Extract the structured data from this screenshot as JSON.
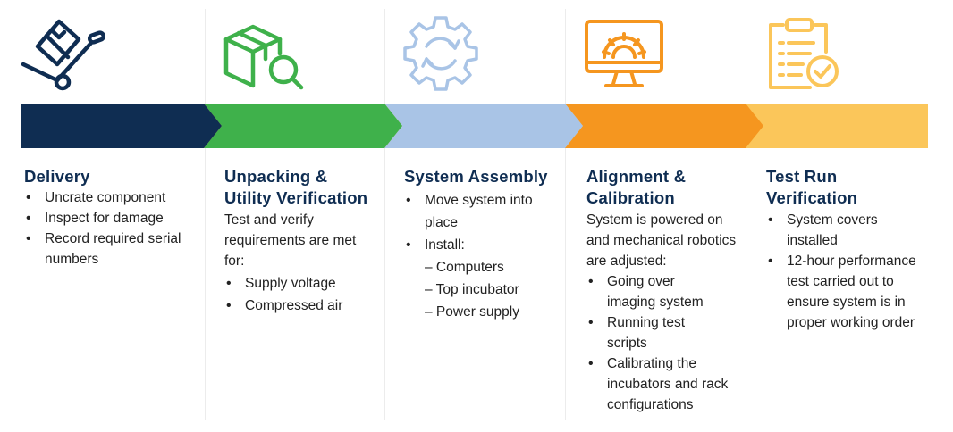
{
  "colors": {
    "navy": "#0f2d52",
    "green": "#3fb14b",
    "light_blue": "#a9c4e6",
    "orange": "#f5961f",
    "yellow": "#fbc65a",
    "title": "#0f2d52"
  },
  "steps": [
    {
      "id": "delivery",
      "icon": "hand-truck-package-icon",
      "title_lines": [
        "Delivery"
      ],
      "bullets": [
        "Uncrate component",
        "Inspect for damage",
        "Record required serial numbers"
      ]
    },
    {
      "id": "unpacking",
      "icon": "box-magnifier-icon",
      "title_lines": [
        "Unpacking &",
        "Utility Verification"
      ],
      "intro": "Test and verify requirements are met for:",
      "bullets": [
        "Supply voltage",
        "Compressed air"
      ]
    },
    {
      "id": "assembly",
      "icon": "gear-arrows-icon",
      "title_lines": [
        "System Assembly"
      ],
      "bullets": [
        "Move system into place",
        "Install:"
      ],
      "sub_items": [
        "– Computers",
        "– Top incubator",
        "– Power supply"
      ]
    },
    {
      "id": "alignment",
      "icon": "monitor-gear-icon",
      "title_lines": [
        "Alignment &",
        "Calibration"
      ],
      "intro": "System is powered on and mechanical robotics are adjusted:",
      "bullets": [
        "Going over imaging system",
        "Running test scripts",
        "Calibrating the incubators and rack configurations"
      ]
    },
    {
      "id": "testrun",
      "icon": "clipboard-check-icon",
      "title_lines": [
        "Test Run",
        "Verification"
      ],
      "bullets": [
        "System covers installed",
        "12-hour performance test carried out to ensure system is in proper working order"
      ]
    }
  ]
}
